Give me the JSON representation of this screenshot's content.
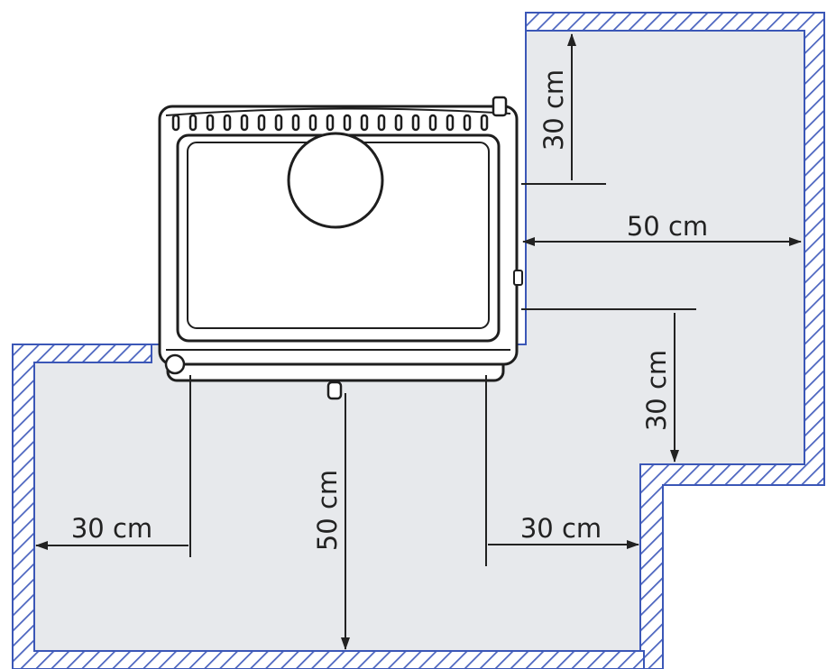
{
  "colors": {
    "floor_fill": "#e7e9ec",
    "wall_line": "#3b57b7",
    "hatch": "#4b64bf",
    "stove_line": "#1e1e1e",
    "stove_fill": "#ffffff",
    "dimension_line": "#222222",
    "text": "#222222"
  },
  "icons": {
    "stove": "stove-top-view-icon",
    "flue": "round-flue-outlet-icon",
    "arrow": "arrowhead-icon"
  },
  "dimensions": {
    "back_top": "30 cm",
    "side_right": "50 cm",
    "back_bottom": "30 cm",
    "front": "50 cm",
    "left": "30 cm",
    "right_front": "30 cm"
  }
}
